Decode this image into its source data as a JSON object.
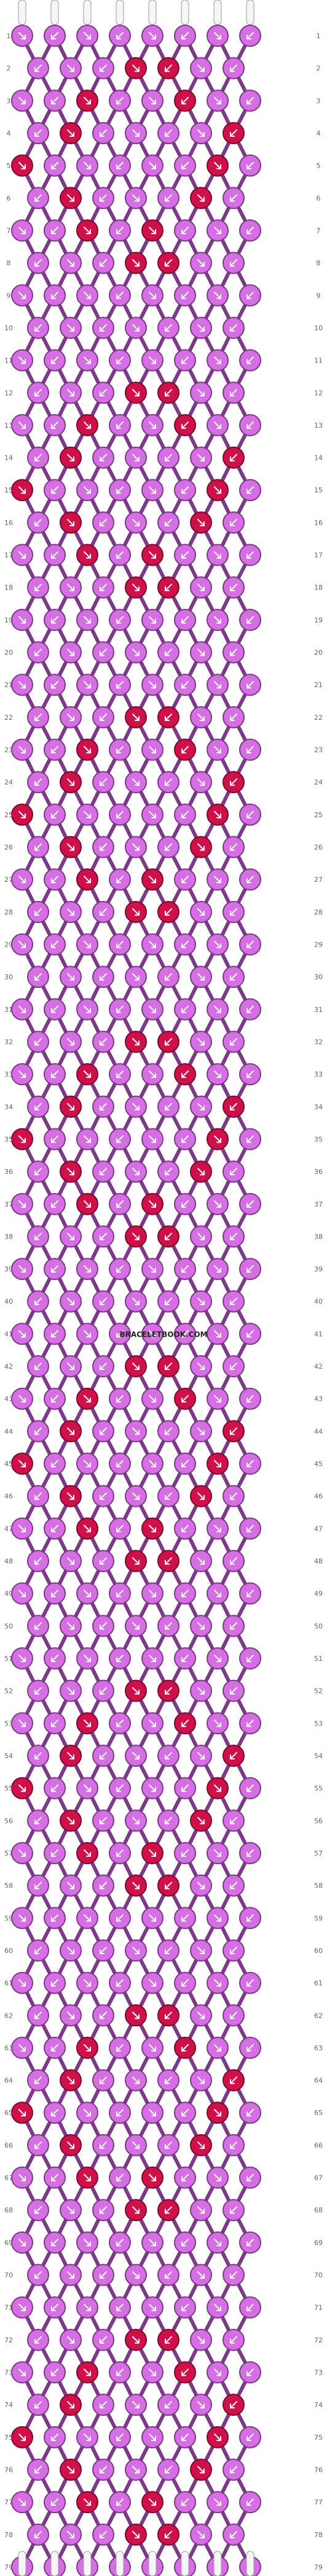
{
  "pattern": {
    "watermark": "BRACELETBOOK.COM",
    "colors": {
      "background_knot": "#d66fe3",
      "background_stroke": "#7a3a86",
      "accent_knot": "#d0104a",
      "accent_stroke": "#7a0a2a",
      "thread_white": "#f6f6f6",
      "thread_outline": "#9a9a9a",
      "arrow": "#ffffff"
    },
    "strings": 8,
    "rows": 79,
    "row_numbers": [
      "1",
      "2",
      "3",
      "4",
      "5",
      "6",
      "7",
      "8",
      "9",
      "10",
      "11",
      "12",
      "13",
      "14",
      "15",
      "16",
      "17",
      "18",
      "19",
      "20",
      "21",
      "22",
      "23",
      "24",
      "25",
      "26",
      "27",
      "28",
      "29",
      "30",
      "31",
      "32",
      "33",
      "34",
      "35",
      "36",
      "37",
      "38",
      "39",
      "40",
      "41",
      "42",
      "43",
      "44",
      "45",
      "46",
      "47",
      "48",
      "49",
      "50",
      "51",
      "52",
      "53",
      "54",
      "55",
      "56",
      "57",
      "58",
      "59",
      "60",
      "61",
      "62",
      "63",
      "64",
      "65",
      "66",
      "67",
      "68",
      "69",
      "70",
      "71",
      "72",
      "73",
      "74",
      "75",
      "76",
      "77",
      "78",
      "79"
    ],
    "icons": [
      "knot-icon",
      "arrow-icon",
      "thread-end-icon"
    ]
  }
}
